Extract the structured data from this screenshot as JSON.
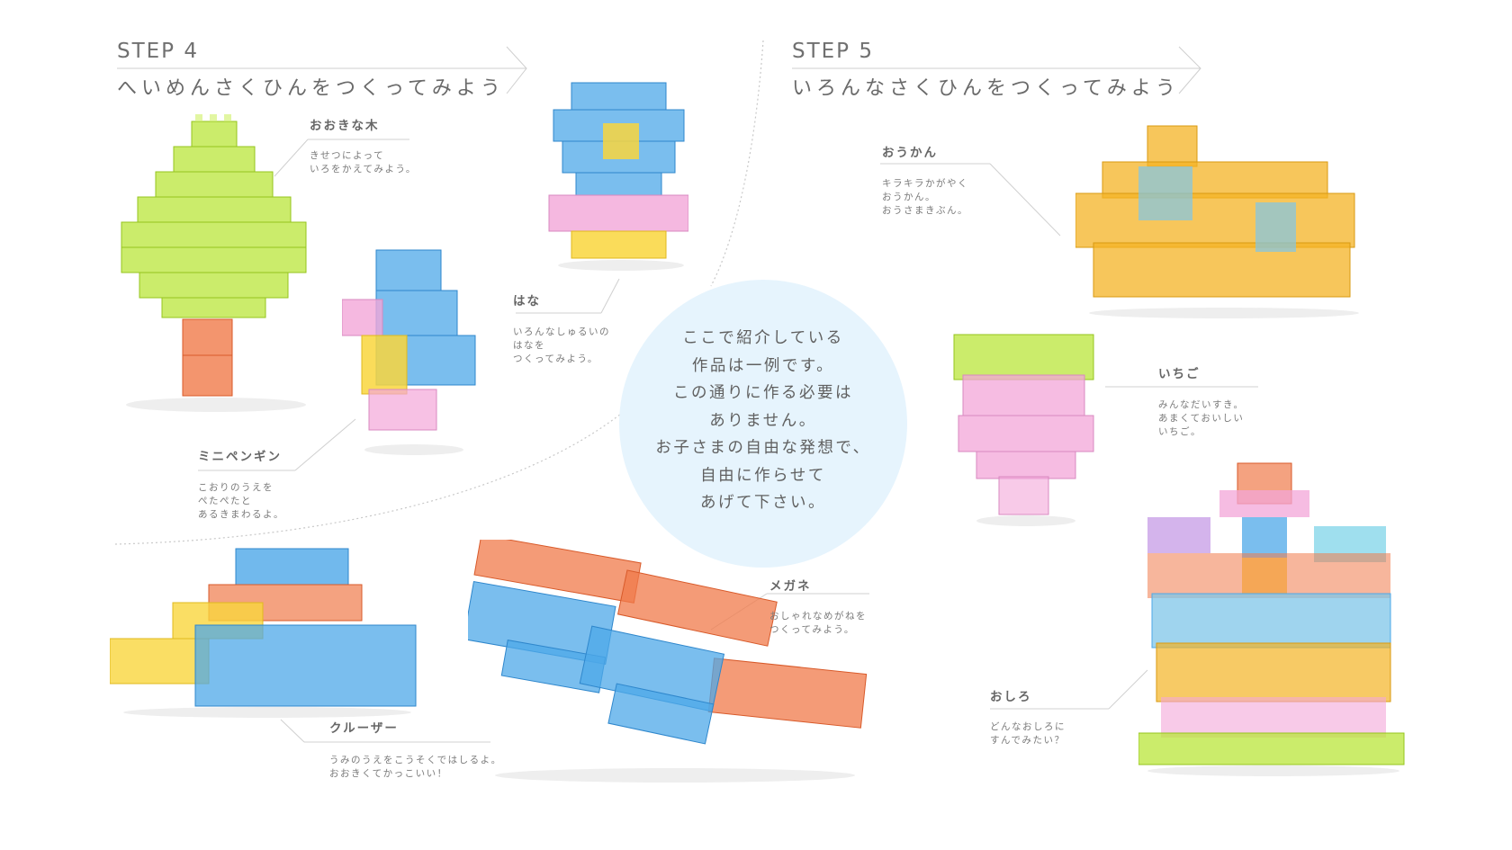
{
  "step4": {
    "label": "STEP 4",
    "title": "へいめんさくひんをつくってみよう",
    "items": [
      {
        "name": "おおきな木",
        "desc": [
          "きせつによって",
          "いろをかえてみよう。"
        ]
      },
      {
        "name": "はな",
        "desc": [
          "いろんなしゅるいの",
          "はなを",
          "つくってみよう。"
        ]
      },
      {
        "name": "ミニペンギン",
        "desc": [
          "こおりのうえを",
          "ぺたぺたと",
          "あるきまわるよ。"
        ]
      },
      {
        "name": "クルーザー",
        "desc": [
          "うみのうえをこうそくではしるよ。",
          "おおきくてかっこいい！"
        ]
      },
      {
        "name": "メガネ",
        "desc": [
          "おしゃれなめがねを",
          "つくってみよう。"
        ]
      }
    ]
  },
  "step5": {
    "label": "STEP 5",
    "title": "いろんなさくひんをつくってみよう",
    "items": [
      {
        "name": "おうかん",
        "desc": [
          "キラキラかがやく",
          "おうかん。",
          "おうさまきぶん。"
        ]
      },
      {
        "name": "いちご",
        "desc": [
          "みんなだいすき。",
          "あまくておいしい",
          "いちご。"
        ]
      },
      {
        "name": "おしろ",
        "desc": [
          "どんなおしろに",
          "すんでみたい？"
        ]
      }
    ]
  },
  "notice": {
    "lines": [
      "ここで紹介している",
      "作品は一例です。",
      "この通りに作る必要は",
      "ありません。",
      "お子さまの自由な発想で、",
      "自由に作らせて",
      "あげて下さい。"
    ]
  },
  "colors": {
    "green": "#b9e53a",
    "blue": "#4ea8e8",
    "pink": "#f3a6d8",
    "yellow": "#f9d63d",
    "orange": "#f07a4a",
    "amber": "#f4b324",
    "purple": "#c59be6",
    "circle": "#e6f4fd"
  }
}
